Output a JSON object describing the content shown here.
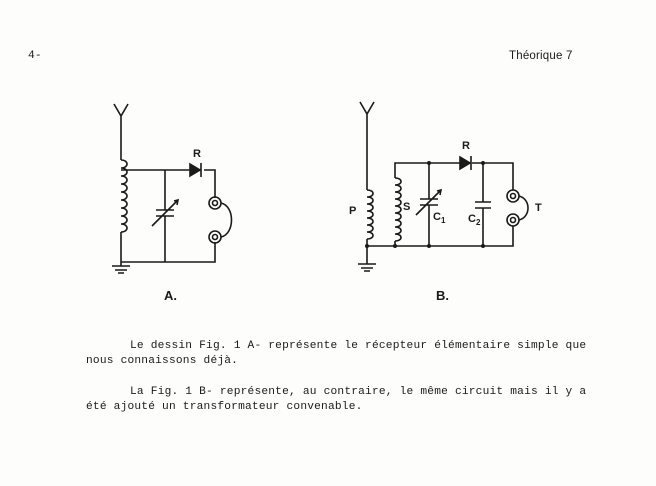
{
  "header": {
    "page_number": "4-",
    "section": "Théorique 7"
  },
  "figure": {
    "a": {
      "caption": "A.",
      "diode_label": "R"
    },
    "b": {
      "caption": "B.",
      "diode_label": "R",
      "primary_label": "P",
      "secondary_label": "S",
      "c1_label": "C",
      "c1_sub": "1",
      "c2_label": "C",
      "c2_sub": "2",
      "phone_label": "T"
    }
  },
  "body": {
    "para1_line1": "Le dessin Fig. 1 A- représente le récepteur élémentaire simple que",
    "para1_line2": "nous connaissons déjà.",
    "para2_line1": "La Fig. 1 B- représente, au contraire, le même circuit mais il y a",
    "para2_line2": "été ajouté un transformateur convenable."
  }
}
